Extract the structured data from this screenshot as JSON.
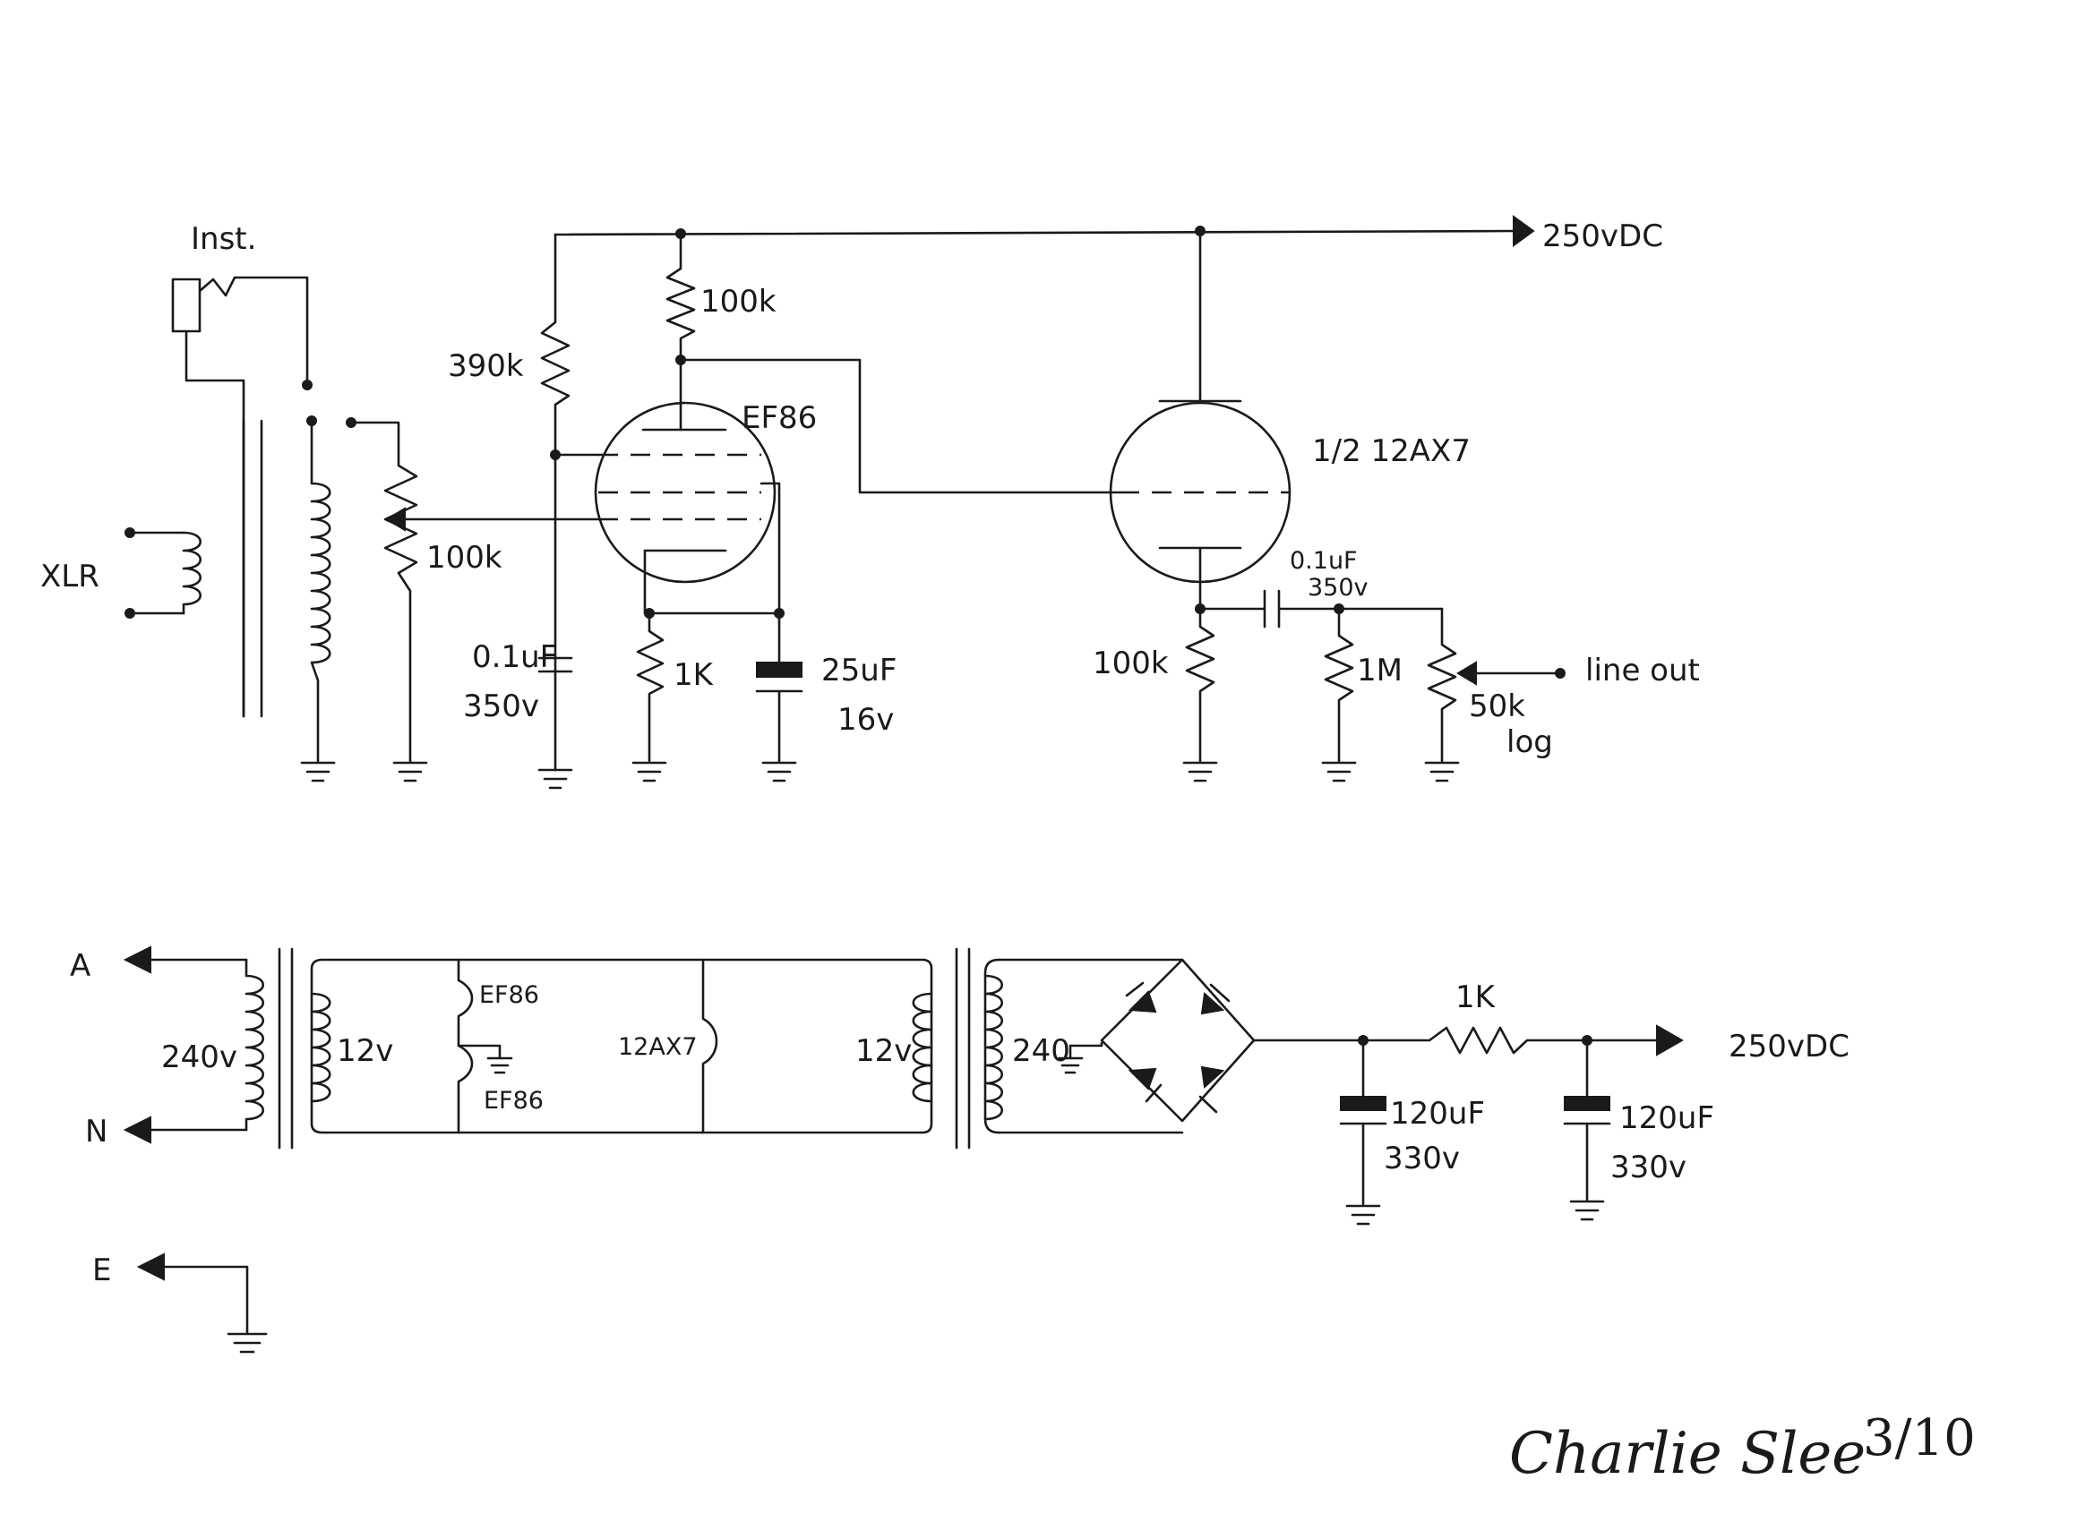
{
  "labels": {
    "inst": "Inst.",
    "xlr": "XLR",
    "r_390k": "390k",
    "r_100k_plate": "100k",
    "tube_ef86": "EF86",
    "pot_100k": "100k",
    "c_01uf": "0.1uF",
    "c_350v": "350v",
    "r_1k_cathode": "1K",
    "c_25uf": "25uF",
    "c_16v": "16v",
    "tube_12ax7": "1/2 12AX7",
    "supply_top": "250vDC",
    "r_100k_cathode2": "100k",
    "c_out_value": "0.1uF",
    "c_out_voltage": "350v",
    "r_1m": "1M",
    "pot_50k": "50k",
    "pot_log": "log",
    "line_out": "line out",
    "mains_a": "A",
    "mains_n": "N",
    "mains_e": "E",
    "primary_240": "240v",
    "secondary_12v_left": "12v",
    "heater_ef86_top": "EF86",
    "heater_ef86_bottom": "EF86",
    "heater_12ax7": "12AX7",
    "secondary_12v_right": "12v",
    "ht_primary_240": "240",
    "r_1k_filter": "1K",
    "supply_bottom": "250vDC",
    "c_filter1_value": "120uF",
    "c_filter1_voltage": "330v",
    "c_filter2_value": "120uF",
    "c_filter2_voltage": "330v"
  },
  "signature": {
    "name": "Charlie Slee",
    "date": "3/10"
  }
}
